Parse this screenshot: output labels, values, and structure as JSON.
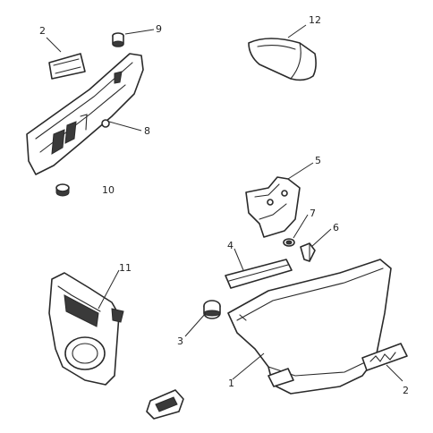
{
  "callouts": {
    "c1": "1",
    "c2a": "2",
    "c2b": "2",
    "c3": "3",
    "c4": "4",
    "c5": "5",
    "c6": "6",
    "c7": "7",
    "c8": "8",
    "c9": "9",
    "c10": "10",
    "c11": "11",
    "c12": "12"
  },
  "colors": {
    "ink": "#2a2a2a",
    "paper": "#ffffff"
  }
}
